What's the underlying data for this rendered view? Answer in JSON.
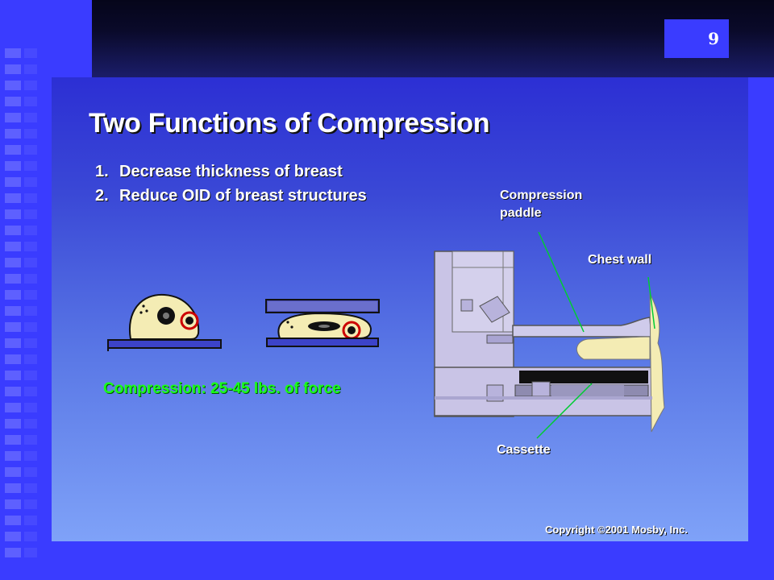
{
  "slide_number": "9",
  "title": "Two Functions of Compression",
  "functions": [
    {
      "num": "1.",
      "text": "Decrease thickness of breast"
    },
    {
      "num": "2.",
      "text": "Reduce OID of breast structures"
    }
  ],
  "force_caption": "Compression: 25-45 lbs. of force",
  "labels": {
    "compression_paddle_line1": "Compression",
    "compression_paddle_line2": "paddle",
    "chest_wall": "Chest wall",
    "cassette": "Cassette"
  },
  "copyright": "Copyright ©2001 Mosby, Inc.",
  "colors": {
    "breast": "#f4ecb4",
    "machine": "#c9c4e6",
    "pointer": "#00cc33",
    "caption": "#1aff1a"
  }
}
